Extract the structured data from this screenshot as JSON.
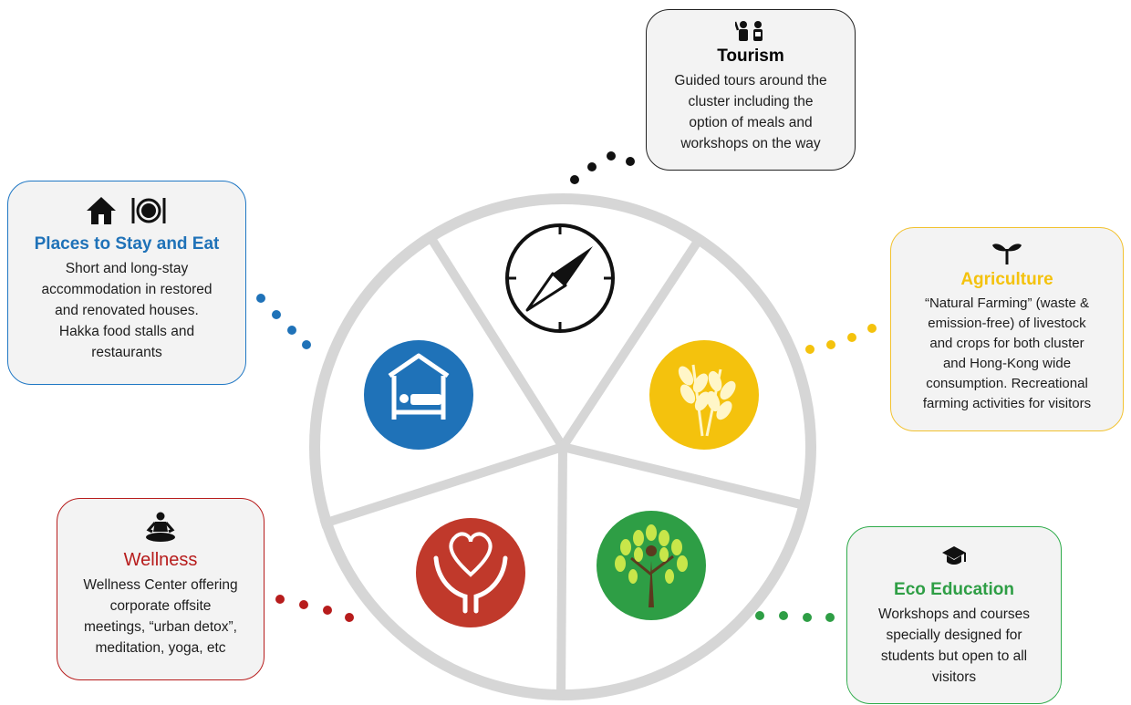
{
  "colors": {
    "ring": "#d6d6d6",
    "stay": "#1f72b8",
    "agri": "#f4c20d",
    "well": "#c0392b",
    "eco": "#2e9e45",
    "tourism": "#111111"
  },
  "segments": [
    {
      "name": "Tourism",
      "icon": "compass-icon"
    },
    {
      "name": "Agriculture",
      "icon": "wheat-icon"
    },
    {
      "name": "Eco Education",
      "icon": "tree-icon"
    },
    {
      "name": "Wellness",
      "icon": "heart-hands-icon"
    },
    {
      "name": "Places to Stay and Eat",
      "icon": "bed-icon"
    }
  ],
  "cards": {
    "tourism": {
      "title": "Tourism",
      "icon": "tour-guide-icon",
      "lines": [
        "Guided tours around the",
        "cluster including the",
        "option of meals and",
        "workshops on the way"
      ]
    },
    "stay": {
      "title": "Places to Stay and Eat",
      "icons": [
        "house-icon",
        "plate-cutlery-icon"
      ],
      "lines": [
        "Short and long-stay",
        "accommodation in restored",
        "and renovated houses.",
        "Hakka food stalls and",
        "restaurants"
      ]
    },
    "agri": {
      "title": "Agriculture",
      "icon": "sprout-icon",
      "lines": [
        "“Natural Farming” (waste &",
        "emission-free) of livestock",
        "and crops for both cluster",
        "and Hong-Kong wide",
        "consumption. Recreational",
        "farming activities for visitors"
      ]
    },
    "well": {
      "title": "Wellness",
      "icon": "meditation-icon",
      "lines": [
        "Wellness Center offering",
        "corporate offsite",
        "meetings, “urban detox”,",
        "meditation, yoga, etc"
      ]
    },
    "eco": {
      "title": "Eco Education",
      "icon": "graduation-cap-icon",
      "lines": [
        "Workshops and courses",
        "specially designed for",
        "students but open to all",
        "visitors"
      ]
    }
  }
}
